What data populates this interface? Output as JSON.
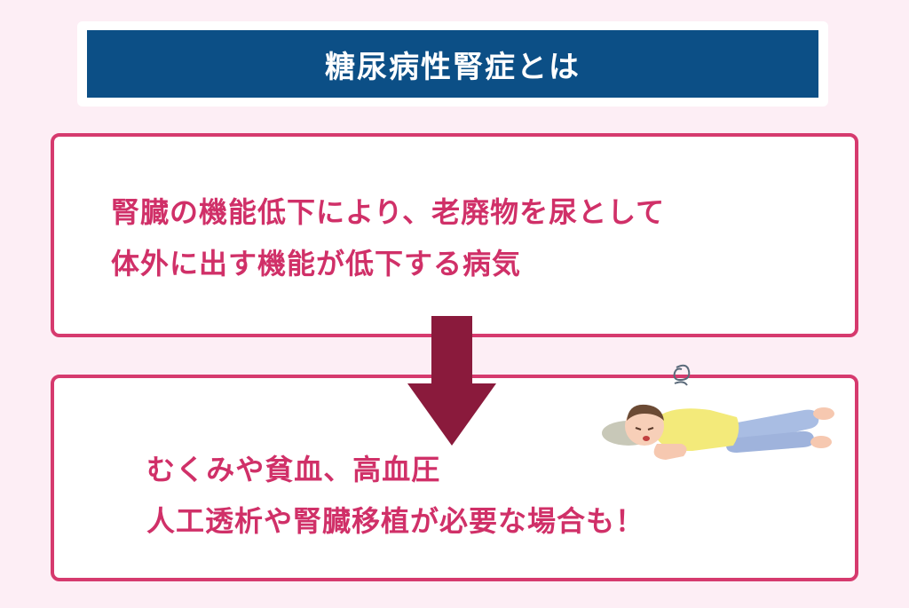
{
  "title": "糖尿病性腎症とは",
  "box1": {
    "line1": "腎臓の機能低下により、老廃物を尿として",
    "line2": "体外に出す機能が低下する病気"
  },
  "box2": {
    "line1": "むくみや貧血、高血圧",
    "line2": "人工透析や腎臓移植が必要な場合も！"
  },
  "colors": {
    "title_bg": "#0c4f86",
    "accent": "#d63a6e",
    "arrow": "#8a1a3c",
    "background": "#fdeef5"
  },
  "icons": {
    "arrow": "down-arrow-icon",
    "person": "sick-person-lying-down-icon"
  }
}
